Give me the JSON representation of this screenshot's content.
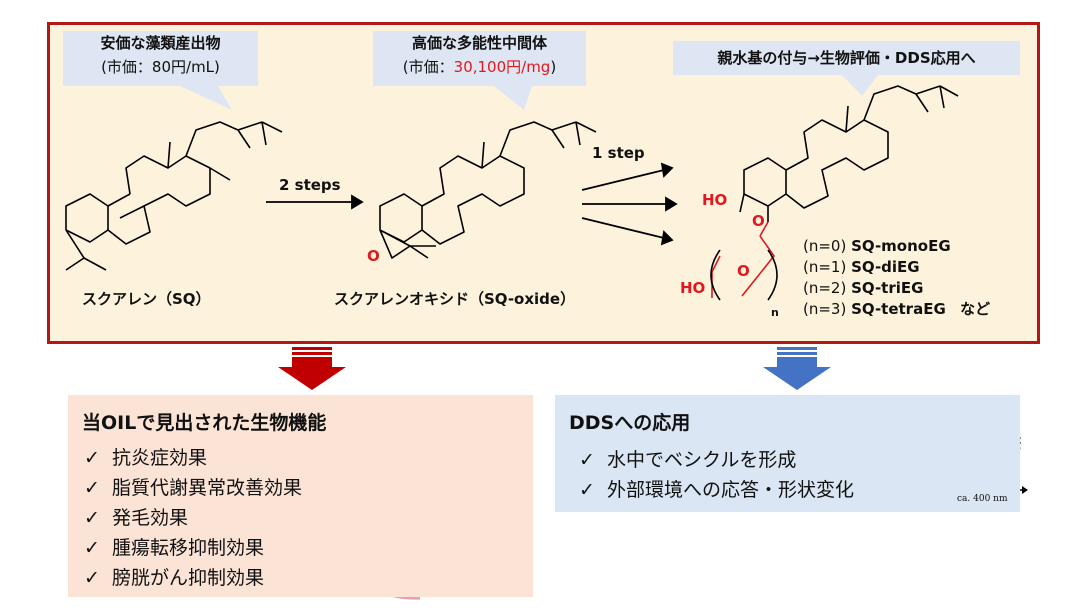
{
  "callouts": {
    "sq_title": "安価な藻類産出物",
    "sq_price": "(市価：80円/mL)",
    "sqoxide_title": "高価な多能性中間体",
    "sqoxide_price_prefix": "(市価：",
    "sqoxide_price_value": "30,100円/mg",
    "sqoxide_price_suffix": ")",
    "hydrophilic": "親水基の付与→生物評価・DDS応用へ"
  },
  "reactions": {
    "step1_label": "2 steps",
    "step2_label": "1 step"
  },
  "compounds": {
    "squalene": "スクアレン（SQ）",
    "squalene_oxide": "スクアレンオキシド（SQ-oxide）",
    "ho_top": "HO",
    "ho_bottom": "HO",
    "o_epoxide": "O",
    "o_ether1": "O",
    "o_ether2": "O",
    "subscript_n": "n",
    "variants": [
      {
        "n": "(n=0)",
        "name": "SQ-monoEG"
      },
      {
        "n": "(n=1)",
        "name": "SQ-diEG"
      },
      {
        "n": "(n=2)",
        "name": "SQ-triEG"
      },
      {
        "n": "(n=3)",
        "name": "SQ-tetraEG"
      }
    ],
    "etc": "など"
  },
  "bio_panel": {
    "title": "当OILで見出された生物機能",
    "check": "✓",
    "items": [
      "抗炎症効果",
      "脂質代謝異常改善効果",
      "発毛効果",
      "腫瘍転移抑制効果",
      "膀胱がん抑制効果"
    ]
  },
  "dds_panel": {
    "title": "DDSへの応用",
    "check": "✓",
    "items": [
      "水中でベシクルを形成",
      "外部環境への応答・形状変化"
    ],
    "scale_label": "ca. 400 nm"
  },
  "colors": {
    "frame_border": "#b01818",
    "frame_bg": "#fdf3dd",
    "callout_bg": "#dde6f2",
    "highlight_red": "#e0191e",
    "bio_bg": "#fbe3d6",
    "dds_bg": "#dae6f4",
    "down_arrow_red": "#c00000",
    "down_arrow_blue": "#4472c4"
  }
}
